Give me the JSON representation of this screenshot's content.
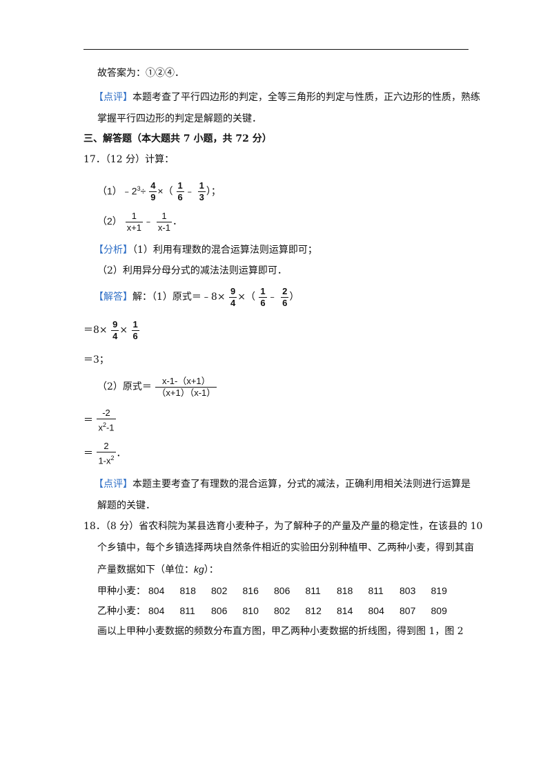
{
  "answer_line": "故答案为：①②④．",
  "review1": {
    "tag": "【点评】",
    "text1": "本题考查了平行四边形的判定，全等三角形的判定与性质，正六边形的性质，熟练",
    "text2": "掌握平行四边形的判定是解题的关键．"
  },
  "section3": "三、解答题（本大题共 7 小题，共 72 分）",
  "q17": {
    "stem": "17．（12 分）计算：",
    "p1": {
      "label": "（1）",
      "pre": "﹣2",
      "exp": "3",
      "div": "÷",
      "f1n": "4",
      "f1d": "9",
      "times": "×（",
      "f2n": "1",
      "f2d": "6",
      "minus": "﹣",
      "f3n": "1",
      "f3d": "3",
      "post": "）；"
    },
    "p2": {
      "label": "（2）",
      "f1n": "1",
      "f1d": "x+1",
      "minus": "﹣",
      "f2n": "1",
      "f2d": "x-1",
      "post": "．"
    }
  },
  "analysis": {
    "tag": "【分析】",
    "line1": "（1）利用有理数的混合运算法则运算即可；",
    "line2": "（2）利用异分母分式的减法法则运算即可．"
  },
  "solution": {
    "tag": "【解答】",
    "s1": {
      "pre": "解：（1）原式＝﹣8×",
      "f1n": "9",
      "f1d": "4",
      "mid": "×（",
      "f2n": "1",
      "f2d": "6",
      "minus": "﹣",
      "f3n": "2",
      "f3d": "6",
      "post": "）"
    },
    "s2": {
      "pre": "＝8×",
      "f1n": "9",
      "f1d": "4",
      "mid": "×",
      "f2n": "1",
      "f2d": "6"
    },
    "s3": "＝3；",
    "s4": {
      "pre": "（2）原式＝",
      "fn": "x-1-（x+1）",
      "fd": "（x+1）（x-1）"
    },
    "s5": {
      "pre": "＝",
      "fn": "-2",
      "fd": "x",
      "fdexp": "2",
      "fdpost": "-1"
    },
    "s6": {
      "pre": "＝",
      "fn": "2",
      "fd": "1-x",
      "fdexp": "2",
      "post": "．"
    }
  },
  "review2": {
    "tag": "【点评】",
    "text1": "本题主要考查了有理数的混合运算，分式的减法，正确利用相关法则进行运算是",
    "text2": "解题的关键．"
  },
  "q18": {
    "line1": "18．（8 分）省农科院为某县选育小麦种子，为了解种子的产量及产量的稳定性，在该县的 10",
    "line2": "个乡镇中，每个乡镇选择两块自然条件相近的实验田分别种植甲、乙两种小麦，得到其亩",
    "line3_pre": "产量数据如下（单位：",
    "line3_unit": "kg",
    "line3_post": "）：",
    "jia_label": "甲种小麦：",
    "jia": [
      "804",
      "818",
      "802",
      "816",
      "806",
      "811",
      "818",
      "811",
      "803",
      "819"
    ],
    "yi_label": "乙种小麦：",
    "yi": [
      "804",
      "811",
      "806",
      "810",
      "802",
      "812",
      "814",
      "804",
      "807",
      "809"
    ],
    "last": "画以上甲种小麦数据的频数分布直方图，甲乙两种小麦数据的折线图，得到图 1，图 2"
  }
}
